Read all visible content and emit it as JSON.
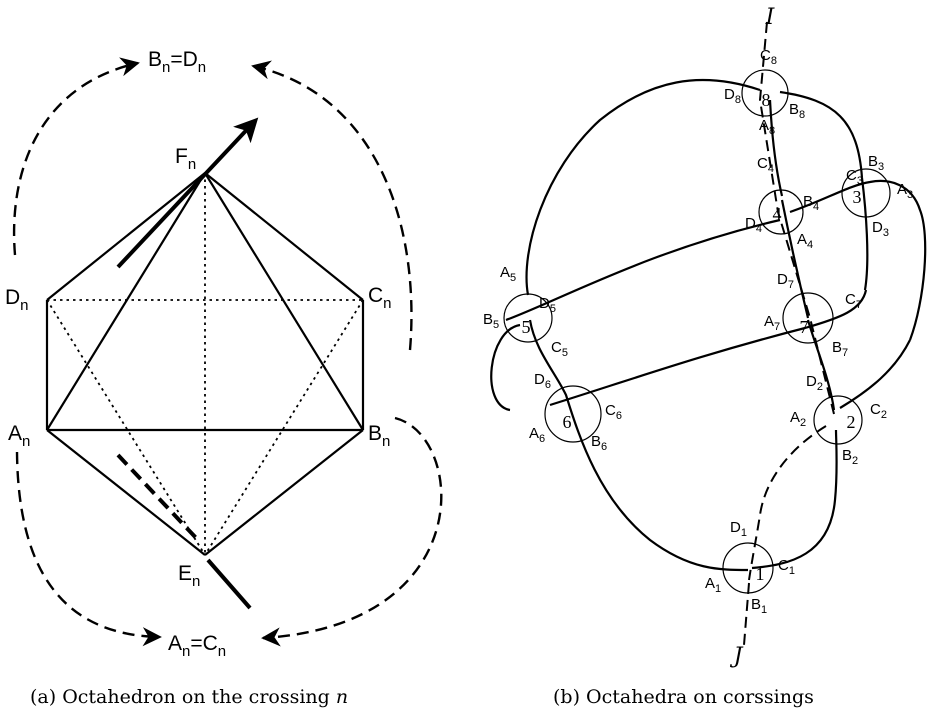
{
  "octahedron": {
    "vertices": {
      "F": {
        "base": "F",
        "sub": "n"
      },
      "D": {
        "base": "D",
        "sub": "n"
      },
      "C": {
        "base": "C",
        "sub": "n"
      },
      "A": {
        "base": "A",
        "sub": "n"
      },
      "B": {
        "base": "B",
        "sub": "n"
      },
      "E": {
        "base": "E",
        "sub": "n"
      }
    },
    "top_identification": {
      "left": "B",
      "left_sub": "n",
      "eq": "=",
      "right": "D",
      "right_sub": "n"
    },
    "bottom_identification": {
      "left": "A",
      "left_sub": "n",
      "eq": "=",
      "right": "C",
      "right_sub": "n"
    }
  },
  "knot": {
    "axis_top": "I",
    "axis_bottom": "J",
    "crossings": [
      {
        "n": "1",
        "labels": [
          "A",
          "B",
          "C",
          "D"
        ],
        "sub": "1"
      },
      {
        "n": "2",
        "labels": [
          "A",
          "B",
          "C",
          "D"
        ],
        "sub": "2"
      },
      {
        "n": "3",
        "labels": [
          "A",
          "B",
          "C",
          "D"
        ],
        "sub": "3"
      },
      {
        "n": "4",
        "labels": [
          "A",
          "B",
          "C",
          "D"
        ],
        "sub": "4"
      },
      {
        "n": "5",
        "labels": [
          "A",
          "B",
          "C",
          "D"
        ],
        "sub": "5"
      },
      {
        "n": "6",
        "labels": [
          "A",
          "B",
          "C",
          "D"
        ],
        "sub": "6"
      },
      {
        "n": "7",
        "labels": [
          "A",
          "B",
          "C",
          "D"
        ],
        "sub": "7"
      },
      {
        "n": "8",
        "labels": [
          "A",
          "B",
          "C",
          "D"
        ],
        "sub": "8"
      }
    ]
  },
  "captions": {
    "left_prefix": "(a) Octahedron on the crossing ",
    "left_var": "n",
    "right": "(b) Octahedra on corssings"
  }
}
